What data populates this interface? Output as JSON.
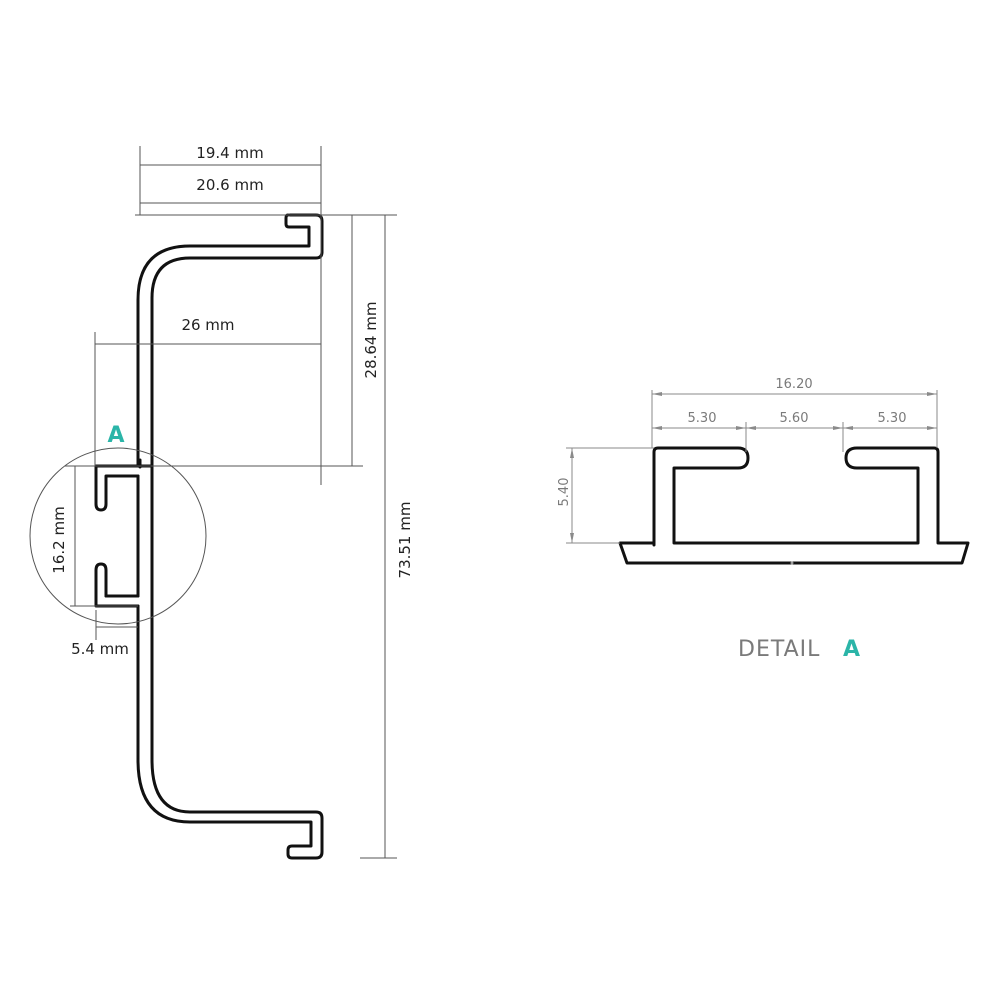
{
  "main_drawing": {
    "dimensions": {
      "width_top_inner": "19.4 mm",
      "width_top_outer": "20.6 mm",
      "depth_to_slot": "26 mm",
      "height_upper": "28.64 mm",
      "height_total": "73.51 mm",
      "slot_height": "16.2 mm",
      "slot_depth": "5.4 mm"
    },
    "detail_marker": "A"
  },
  "detail_drawing": {
    "title": "DETAIL",
    "marker": "A",
    "dimensions": {
      "overall_width": "16.20",
      "left_lip": "5.30",
      "opening": "5.60",
      "right_lip": "5.30",
      "height": "5.40"
    }
  },
  "colors": {
    "accent": "#2bb5a8",
    "line": "#111111",
    "dimension": "#555555",
    "detail_text": "#7a7a7a"
  }
}
